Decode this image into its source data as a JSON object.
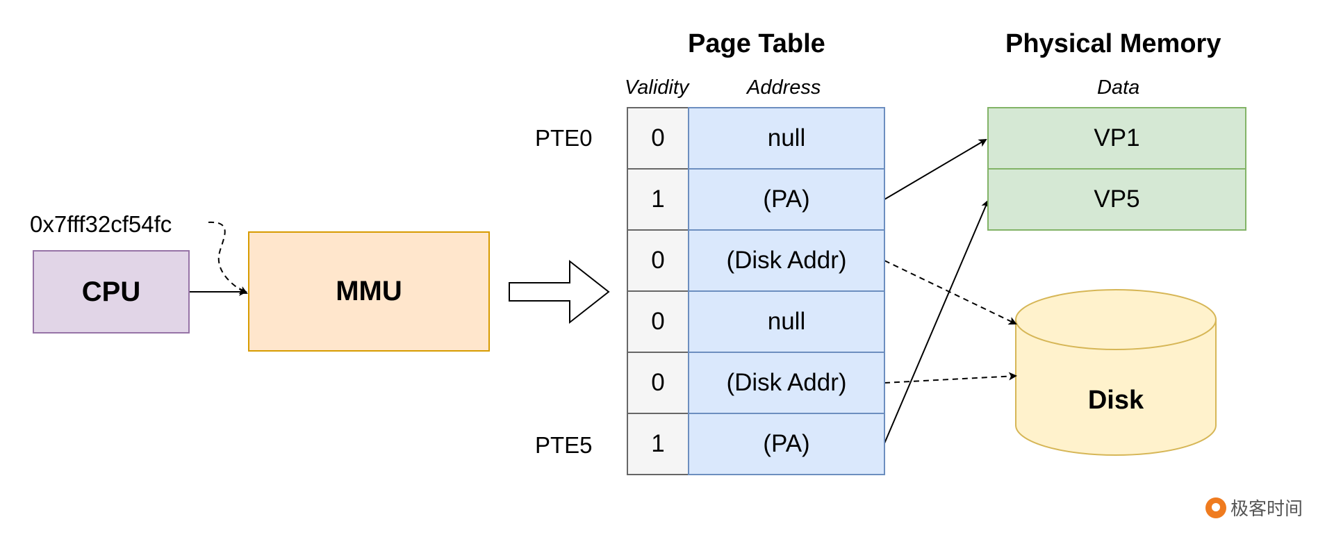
{
  "titles": {
    "page_table": "Page Table",
    "physical_memory": "Physical Memory"
  },
  "headers": {
    "validity": "Validity",
    "address": "Address",
    "data": "Data"
  },
  "cpu": {
    "label": "CPU"
  },
  "mmu": {
    "label": "MMU"
  },
  "virtual_address": "0x7fff32cf54fc",
  "pte_labels": {
    "first": "PTE0",
    "last": "PTE5"
  },
  "page_table": [
    {
      "validity": "0",
      "address": "null"
    },
    {
      "validity": "1",
      "address": "(PA)"
    },
    {
      "validity": "0",
      "address": "(Disk Addr)"
    },
    {
      "validity": "0",
      "address": "null"
    },
    {
      "validity": "0",
      "address": "(Disk Addr)"
    },
    {
      "validity": "1",
      "address": "(PA)"
    }
  ],
  "physical_memory": [
    {
      "label": "VP1"
    },
    {
      "label": "VP5"
    }
  ],
  "disk": {
    "label": "Disk"
  },
  "watermark": {
    "text": "极客时间"
  },
  "colors": {
    "cpu_fill": "#e1d5e7",
    "mmu_fill": "#ffe6cc",
    "validity_fill": "#f5f5f5",
    "address_fill": "#dae8fc",
    "memory_fill": "#d5e8d4",
    "disk_fill": "#fff2cc",
    "logo": "#ef7b1f"
  }
}
